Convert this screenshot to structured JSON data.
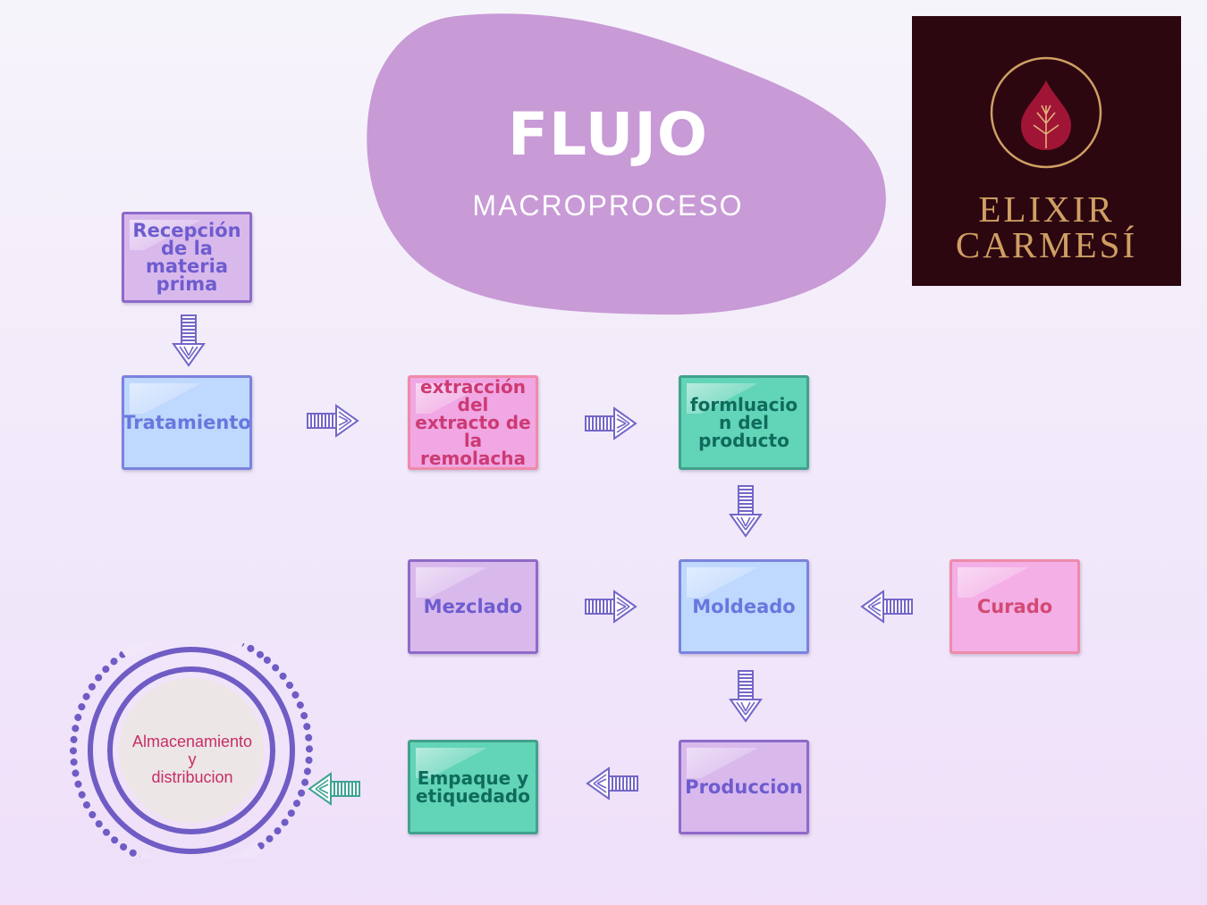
{
  "header": {
    "title": "FLUJO",
    "subtitle": "MACROPROCESO"
  },
  "logo": {
    "line1": "ELIXIR",
    "line2": "CARMESÍ"
  },
  "steps": [
    {
      "id": "recepcion",
      "label": "Recepción de la materia prima"
    },
    {
      "id": "tratamiento",
      "label": "Tratamiento"
    },
    {
      "id": "extraccion",
      "label": "extracción del extracto de la remolacha"
    },
    {
      "id": "formulacion",
      "label": "formluacio n del producto"
    },
    {
      "id": "mezclado",
      "label": "Mezclado"
    },
    {
      "id": "moldeado",
      "label": "Moldeado"
    },
    {
      "id": "curado",
      "label": "Curado"
    },
    {
      "id": "empaque",
      "label": "Empaque y etiquedado"
    },
    {
      "id": "produccion",
      "label": "Produccion"
    }
  ],
  "final_step": {
    "line1": "Almacenamiento",
    "line2": "y",
    "line3": "distribucion"
  },
  "colors": {
    "blob": "#c89ad6",
    "logo_bg": "#2c0710",
    "logo_gold": "#cf9f63",
    "arrow_purple": "#7466c8",
    "arrow_teal": "#3ea394",
    "circle": "#6f5cc4"
  }
}
